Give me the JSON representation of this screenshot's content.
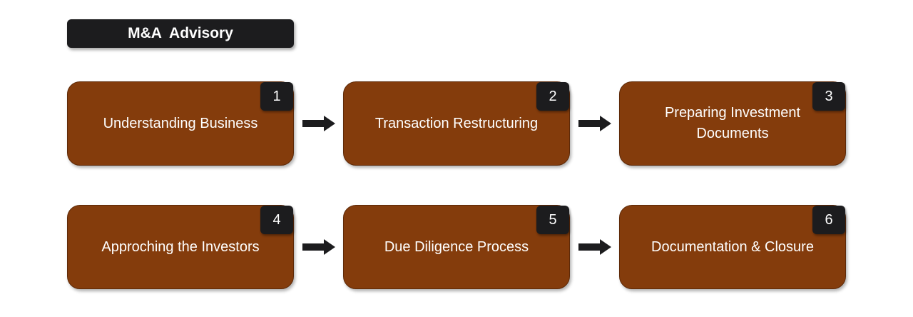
{
  "title": "M&A  Advisory",
  "steps": [
    {
      "number": "1",
      "label": "Understanding Business"
    },
    {
      "number": "2",
      "label": "Transaction Restructuring"
    },
    {
      "number": "3",
      "label": "Preparing Investment Documents"
    },
    {
      "number": "4",
      "label": "Approching the Investors"
    },
    {
      "number": "5",
      "label": "Due Diligence Process"
    },
    {
      "number": "6",
      "label": "Documentation & Closure"
    }
  ],
  "colors": {
    "step_fill": "#843c0c",
    "badge_fill": "#1c1c1e",
    "arrow": "#1c1c1e"
  }
}
